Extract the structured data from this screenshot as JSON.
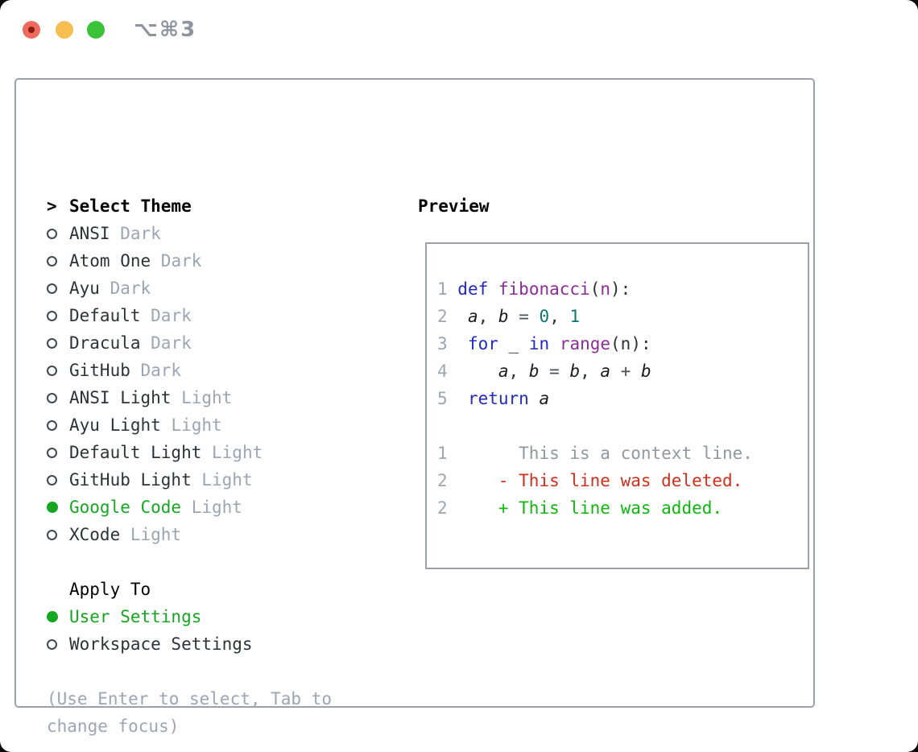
{
  "titlebar": {
    "title": "⌥⌘3"
  },
  "colors": {
    "tl_red": "#ed6a5e",
    "tl_red_dot": "#8c1a10",
    "tl_yellow": "#f6be50",
    "tl_green": "#3bc337",
    "title_gray": "#8d949d",
    "border": "#9aa1ac",
    "dark_text": "#2d3238",
    "gray_text": "#9ba5b3",
    "selection_green": "#15a622",
    "keyword_blue": "#2029c4",
    "function_purple": "#8b2d98",
    "literal_teal": "#0e7474",
    "operator_gray": "#4a4f55",
    "context_gray": "#8f979f",
    "deleted_red": "#d02f1d",
    "added_green": "#10b70f"
  },
  "left_panel": {
    "rows": [
      {
        "kind": "header",
        "bullet": ">",
        "text": "Select Theme"
      },
      {
        "kind": "theme",
        "bullet": "hollow",
        "name": "ANSI",
        "variant": "Dark"
      },
      {
        "kind": "theme",
        "bullet": "hollow",
        "name": "Atom One",
        "variant": "Dark"
      },
      {
        "kind": "theme",
        "bullet": "hollow",
        "name": "Ayu",
        "variant": "Dark"
      },
      {
        "kind": "theme",
        "bullet": "hollow",
        "name": "Default",
        "variant": "Dark"
      },
      {
        "kind": "theme",
        "bullet": "hollow",
        "name": "Dracula",
        "variant": "Dark"
      },
      {
        "kind": "theme",
        "bullet": "hollow",
        "name": "GitHub",
        "variant": "Dark"
      },
      {
        "kind": "theme",
        "bullet": "hollow",
        "name": "ANSI Light",
        "variant": "Light"
      },
      {
        "kind": "theme",
        "bullet": "hollow",
        "name": "Ayu Light",
        "variant": "Light"
      },
      {
        "kind": "theme",
        "bullet": "hollow",
        "name": "Default Light",
        "variant": "Light"
      },
      {
        "kind": "theme",
        "bullet": "hollow",
        "name": "GitHub Light",
        "variant": "Light"
      },
      {
        "kind": "theme",
        "bullet": "filled",
        "name": "Google Code",
        "variant": "Light",
        "selected": true
      },
      {
        "kind": "theme",
        "bullet": "hollow",
        "name": "XCode",
        "variant": "Light"
      },
      {
        "kind": "blank"
      },
      {
        "kind": "subheader",
        "text": "Apply To"
      },
      {
        "kind": "target",
        "bullet": "filled",
        "name": "User Settings",
        "selected": true
      },
      {
        "kind": "target",
        "bullet": "hollow",
        "name": "Workspace Settings"
      },
      {
        "kind": "blank"
      },
      {
        "kind": "hint",
        "text": "(Use Enter to select, Tab to"
      },
      {
        "kind": "hint",
        "text": "change focus)"
      }
    ]
  },
  "preview": {
    "label": "Preview",
    "lines": [
      {
        "num": "",
        "tokens": []
      },
      {
        "num": "1",
        "tokens": [
          [
            "def",
            "kw"
          ],
          [
            " ",
            "pl"
          ],
          [
            "fibonacci",
            "fn"
          ],
          [
            "(",
            "pl"
          ],
          [
            "n",
            "fn"
          ],
          [
            "):",
            "pl"
          ]
        ]
      },
      {
        "num": "2",
        "tokens": [
          [
            " ",
            "pl"
          ],
          [
            "a",
            "var"
          ],
          [
            ", ",
            "pl"
          ],
          [
            "b",
            "var"
          ],
          [
            " ",
            "pl"
          ],
          [
            "=",
            "op"
          ],
          [
            " ",
            "pl"
          ],
          [
            "0",
            "num"
          ],
          [
            ", ",
            "pl"
          ],
          [
            "1",
            "num"
          ]
        ]
      },
      {
        "num": "3",
        "tokens": [
          [
            " ",
            "pl"
          ],
          [
            "for",
            "kw"
          ],
          [
            " ",
            "pl"
          ],
          [
            "_",
            "pl"
          ],
          [
            " ",
            "pl"
          ],
          [
            "in",
            "kw"
          ],
          [
            " ",
            "pl"
          ],
          [
            "range",
            "fn"
          ],
          [
            "(n):",
            "pl"
          ]
        ]
      },
      {
        "num": "4",
        "tokens": [
          [
            "    ",
            "pl"
          ],
          [
            "a",
            "var"
          ],
          [
            ", ",
            "pl"
          ],
          [
            "b",
            "var"
          ],
          [
            " ",
            "pl"
          ],
          [
            "=",
            "op"
          ],
          [
            " ",
            "pl"
          ],
          [
            "b",
            "var"
          ],
          [
            ", ",
            "pl"
          ],
          [
            "a",
            "var"
          ],
          [
            " ",
            "pl"
          ],
          [
            "+",
            "op"
          ],
          [
            " ",
            "pl"
          ],
          [
            "b",
            "var"
          ]
        ]
      },
      {
        "num": "5",
        "tokens": [
          [
            " ",
            "pl"
          ],
          [
            "return",
            "kw"
          ],
          [
            " ",
            "pl"
          ],
          [
            "a",
            "var"
          ]
        ]
      },
      {
        "num": "",
        "tokens": []
      },
      {
        "num": "1",
        "tokens": [
          [
            "      This is a context line.",
            "ctx"
          ]
        ]
      },
      {
        "num": "2",
        "tokens": [
          [
            "    ",
            "pl"
          ],
          [
            "- This line was deleted.",
            "del"
          ]
        ]
      },
      {
        "num": "2",
        "tokens": [
          [
            "    ",
            "pl"
          ],
          [
            "+ This line was added.",
            "add"
          ]
        ]
      }
    ]
  }
}
